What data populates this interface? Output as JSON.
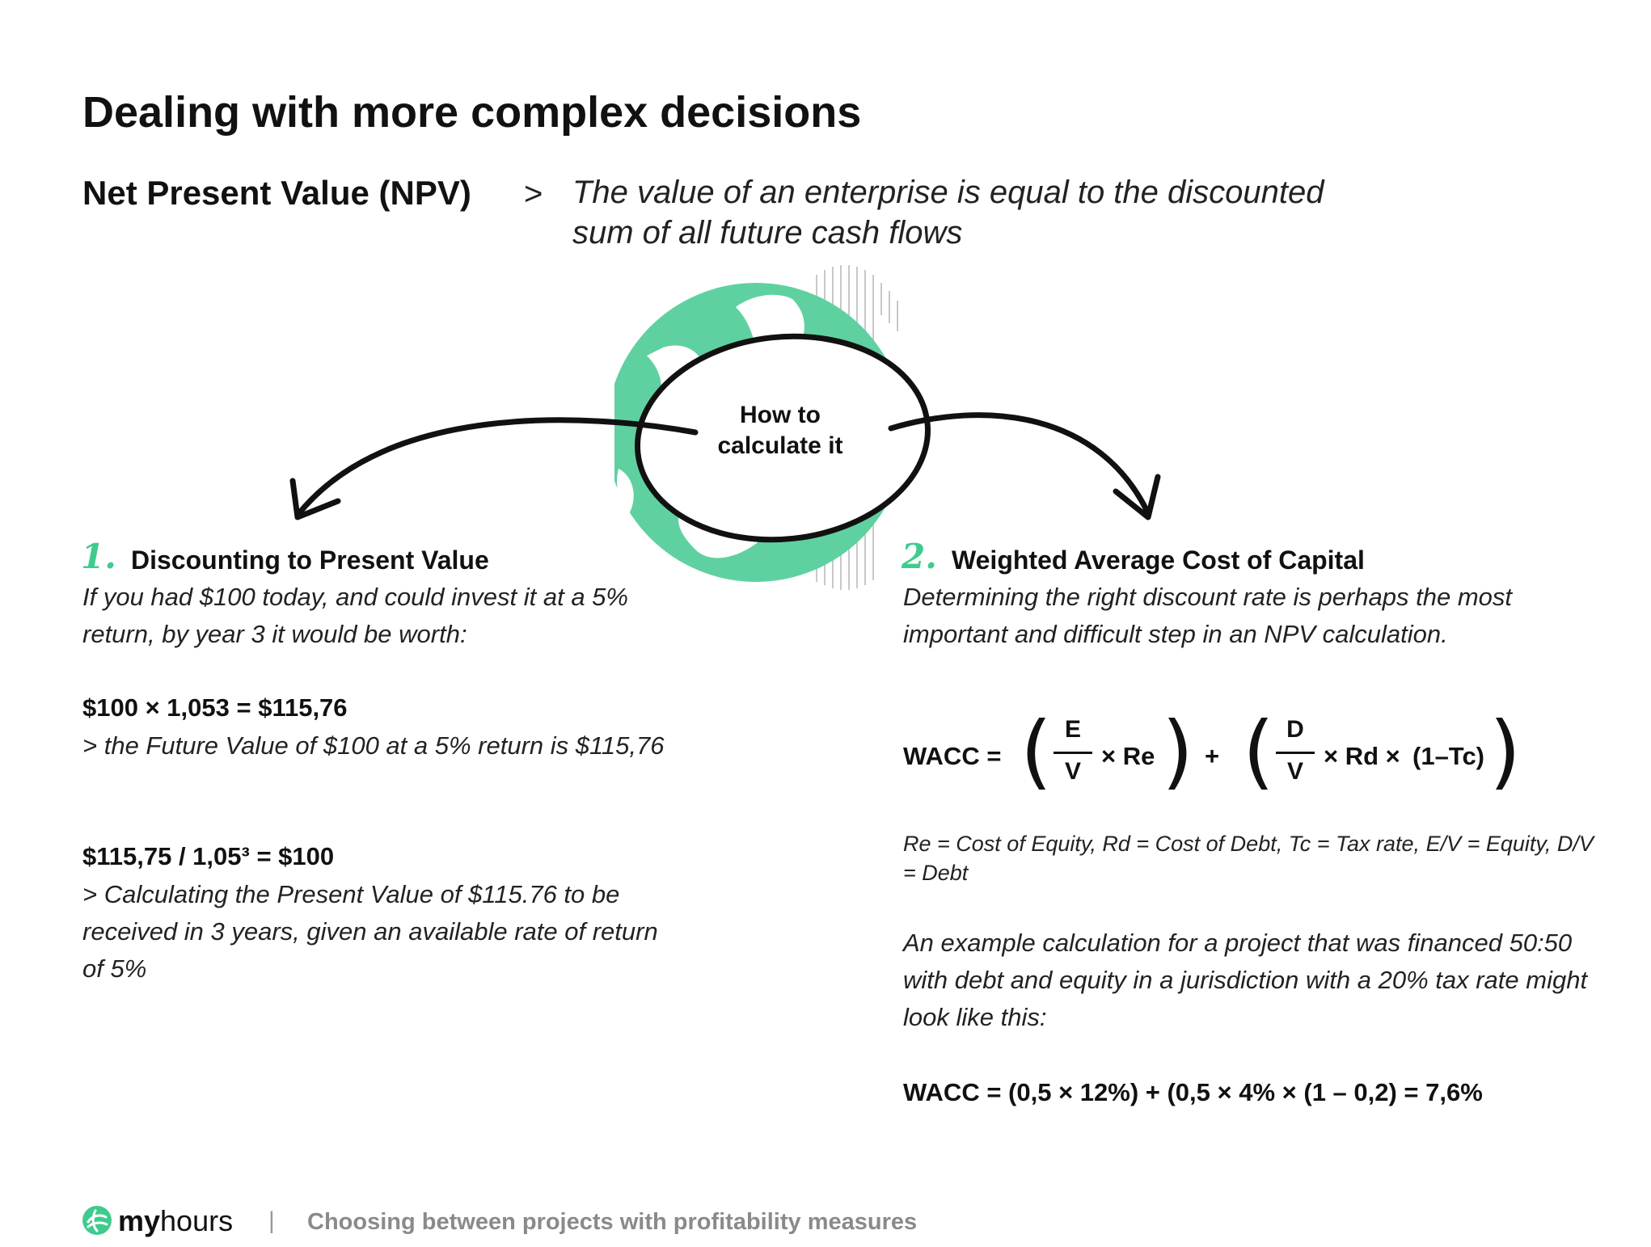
{
  "title": "Dealing with more complex decisions",
  "npv": {
    "label": "Net Present Value (NPV)",
    "arrow": ">",
    "definition": "The value of an enterprise is equal to the discounted sum of all future cash flows"
  },
  "center": {
    "label_line1": "How to",
    "label_line2": "calculate it"
  },
  "section1": {
    "number": "1.",
    "title": "Discounting to Present Value",
    "intro": "If you had $100 today, and could invest it at a 5% return, by year 3 it would be worth:",
    "formula1": "$100 × 1,053 = $115,76",
    "formula1_note": "> the Future Value of $100 at a 5% return is $115,76",
    "formula2": "$115,75 / 1,05³ = $100",
    "formula2_note": "> Calculating the Present Value of $115.76 to be received in 3 years, given an available rate of return of 5%"
  },
  "section2": {
    "number": "2.",
    "title": "Weighted Average Cost of Capital",
    "intro": "Determining the right discount rate is perhaps the most important and difficult step in an NPV calculation.",
    "wacc": {
      "lhs": "WACC =",
      "e": "E",
      "v1": "V",
      "times_re": "× Re",
      "plus": "+",
      "d": "D",
      "v2": "V",
      "times_rd": "× Rd ×",
      "tax": "(1–Tc)",
      "open": "(",
      "close": ")"
    },
    "legend": "Re = Cost of Equity, Rd = Cost of Debt, Tc = Tax rate, E/V = Equity, D/V = Debt",
    "example_intro": "An example calculation for a project that was financed 50:50 with debt and equity in a jurisdiction with a 20% tax rate might look like this:",
    "example_formula": "WACC = (0,5  × 12%) + (0,5 × 4% × (1 – 0,2) = 7,6%"
  },
  "footer": {
    "brand_bold": "my",
    "brand_regular": "hours",
    "separator": "|",
    "tagline": "Choosing between projects with profitability measures"
  },
  "colors": {
    "accent": "#3fcb8d",
    "text": "#111111",
    "muted": "#8a8a8a"
  }
}
